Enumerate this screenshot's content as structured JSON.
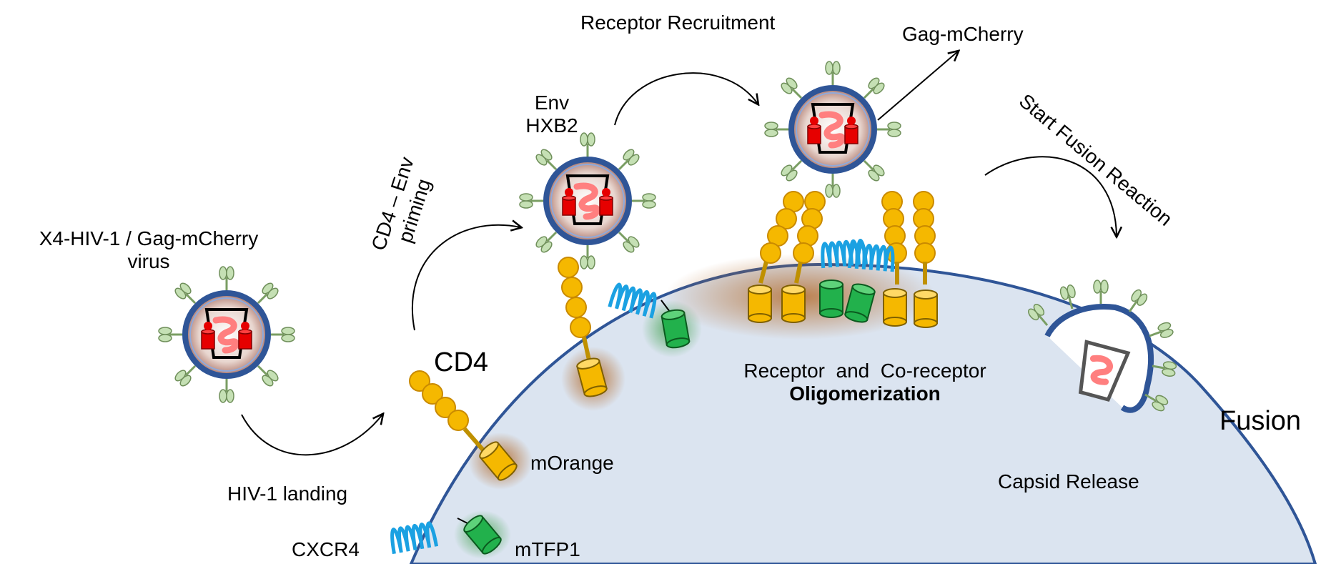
{
  "labels": {
    "virus_line1": "X4-HIV-1 / Gag-mCherry",
    "virus_line2": "virus",
    "landing": "HIV-1 landing",
    "cd4": "CD4",
    "priming_line1": "CD4 – Env",
    "priming_line2": "priming",
    "env_line1": "Env",
    "env_line2": "HXB2",
    "recruitment": "Receptor Recruitment",
    "gag": "Gag-mCherry",
    "oligo_line1": "Receptor  and  Co-receptor",
    "oligo_line2": "Oligomerization",
    "start_fusion": "Start Fusion Reaction",
    "fusion": "Fusion",
    "capsid_release": "Capsid Release",
    "morange": "mOrange",
    "cxcr4": "CXCR4",
    "mtfp1": "mTFP1"
  },
  "colors": {
    "cell_fill": "#dbe4f0",
    "cell_stroke": "#2f5597",
    "envelope": "#2f5597",
    "cd4_bead": "#f5b800",
    "cd4_bead_stroke": "#c98a00",
    "cxcr4_helix": "#1ba1e2",
    "coreceptor": "#22b14c",
    "mcherry": "#ff7f7f",
    "capsid_red": "#e60000",
    "spike": "#a9d18e"
  }
}
